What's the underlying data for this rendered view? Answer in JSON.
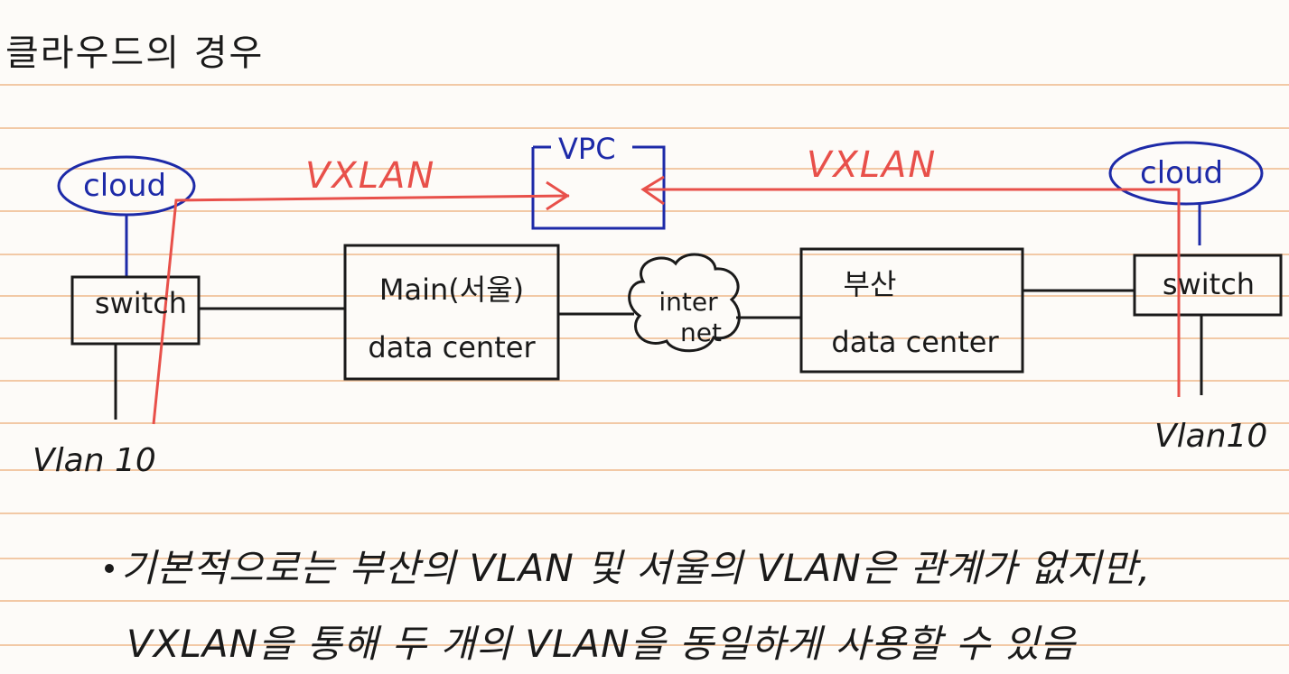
{
  "title": "클라우드의 경우",
  "diagram": {
    "left_cloud": "cloud",
    "right_cloud": "cloud",
    "left_vxlan": "VXLAN",
    "right_vxlan": "VXLAN",
    "vpc": "VPC",
    "left_switch": "switch",
    "right_switch": "switch",
    "main_dc_line1": "Main(서울)",
    "main_dc_line2": "data center",
    "internet_line1": "inter",
    "internet_line2": "net",
    "busan_dc_line1": "부산",
    "busan_dc_line2": "data center",
    "left_vlan": "Vlan 10",
    "right_vlan": "Vlan10"
  },
  "notes": {
    "line1": "기본적으로는 부산의 VLAN 및 서울의 VLAN은 관계가 없지만,",
    "line2": "VXLAN을 통해 두 개의 VLAN을 동일하게 사용할 수 있음"
  },
  "colors": {
    "paper": "#fdfbf8",
    "rule": "#f2c9a6",
    "ink": "#1a1a1a",
    "blue_ink": "#1d2aa8",
    "red_ink": "#e8504a"
  }
}
